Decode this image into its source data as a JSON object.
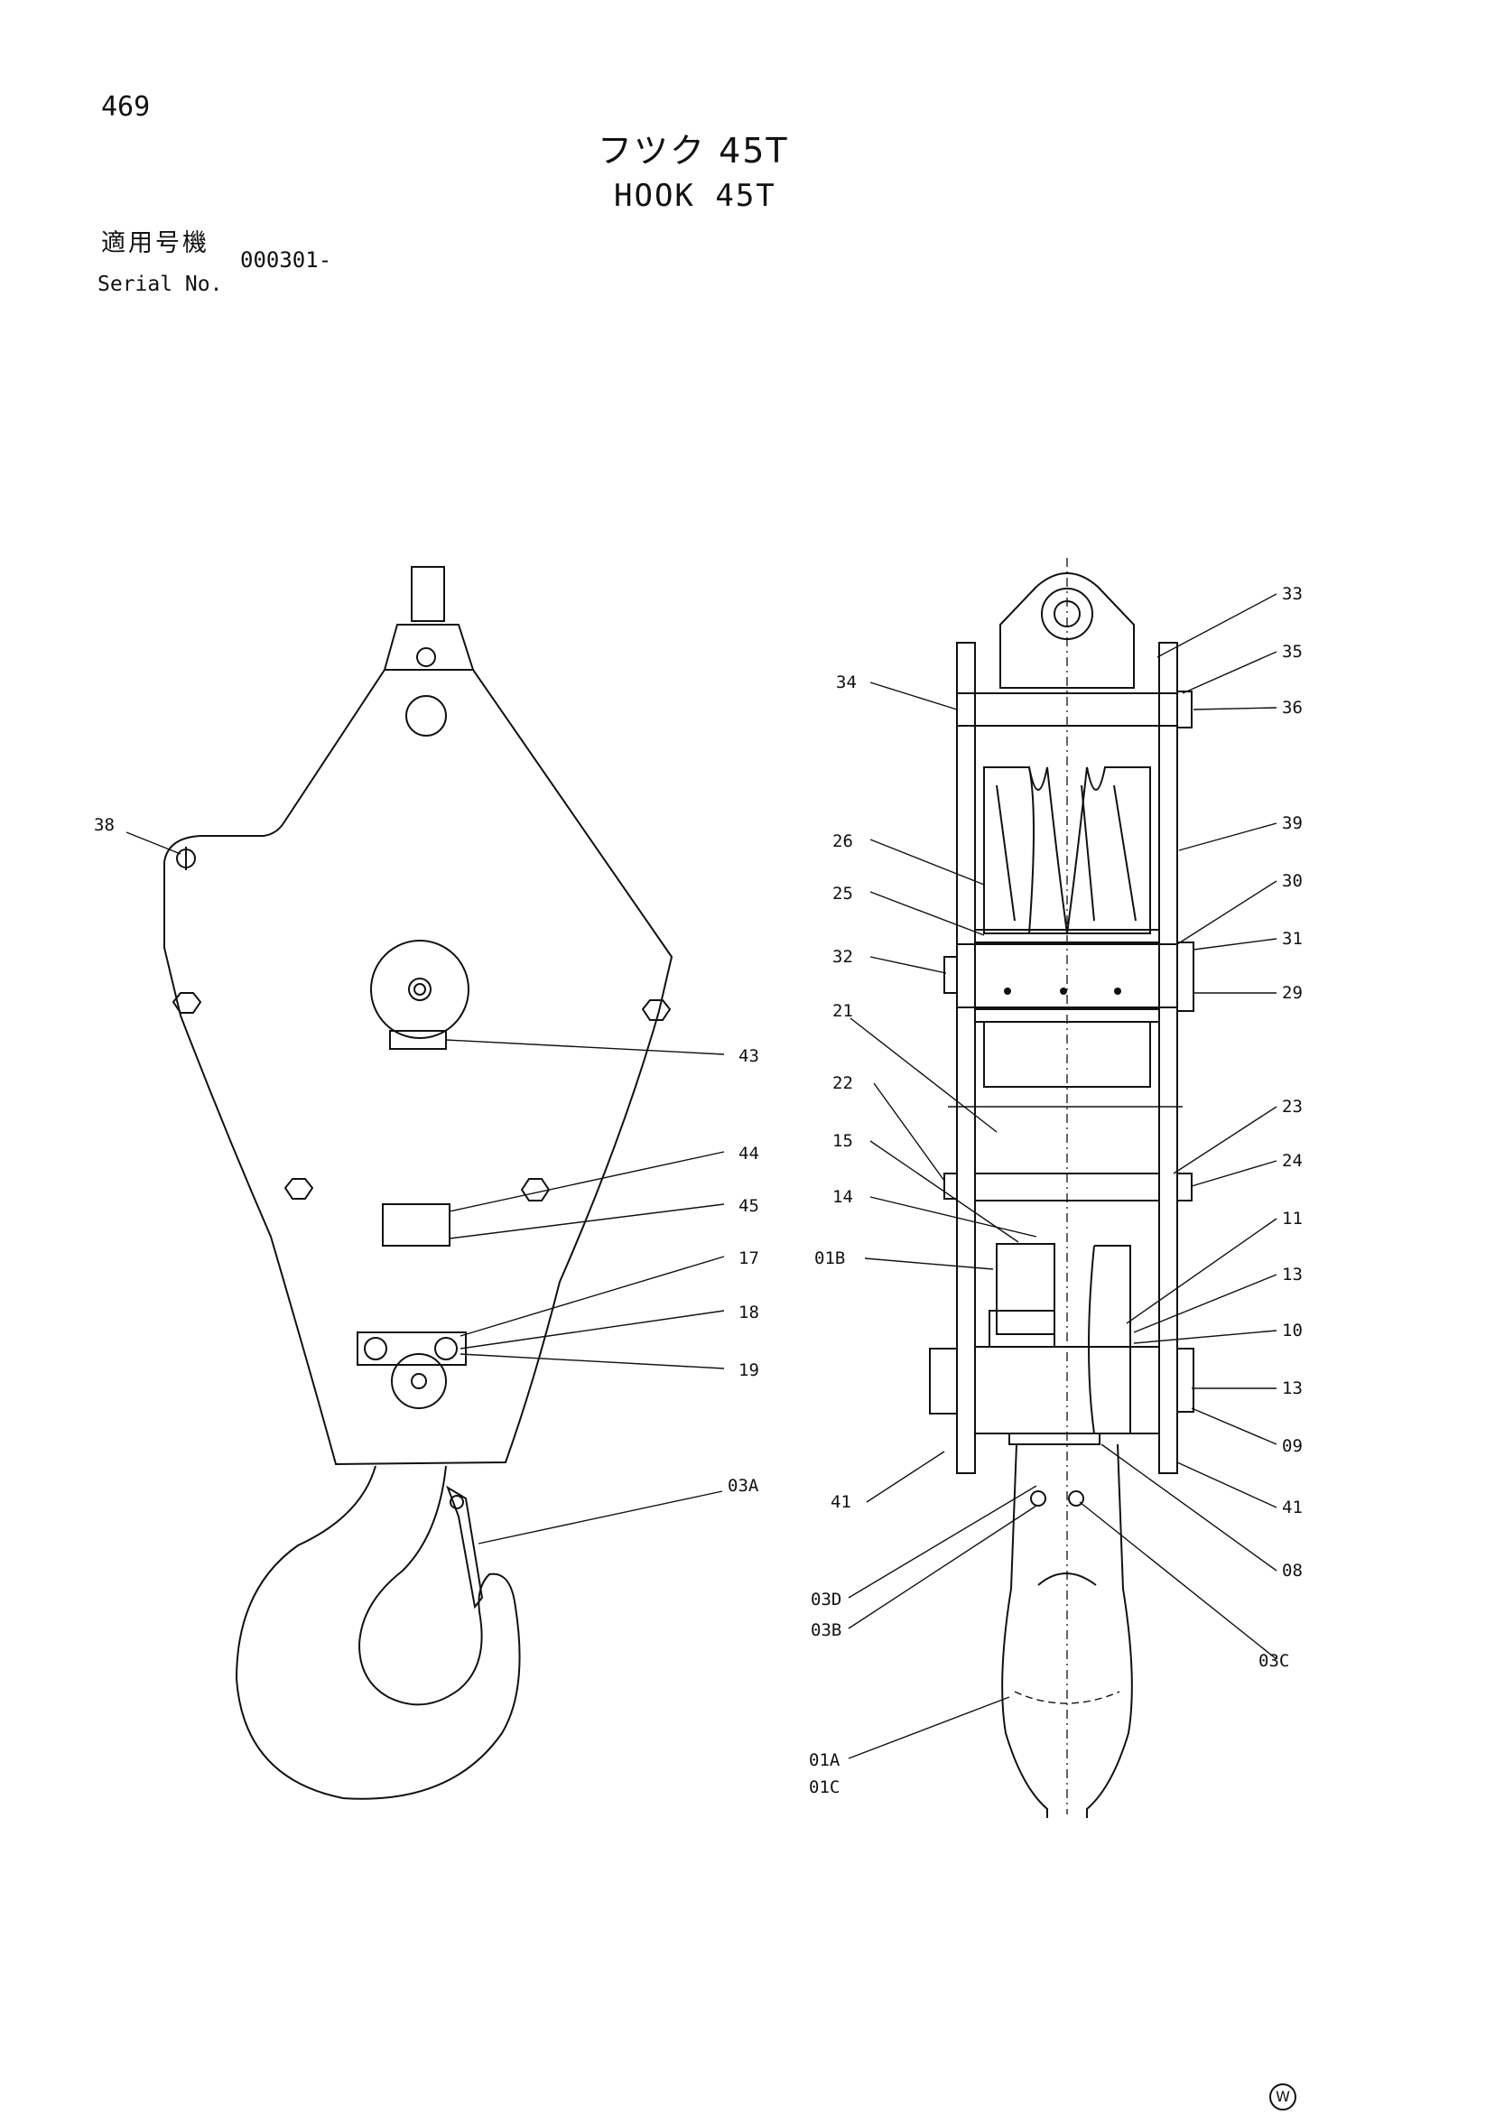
{
  "page_number": "469",
  "title_jp": "フツク 45T",
  "title_en": "HOOK 45T",
  "serial_label_jp": "適用号機",
  "serial_label_en": "Serial No.",
  "serial_value": "000301-",
  "watermark": "W",
  "callouts": {
    "c38": "38",
    "c43": "43",
    "c44": "44",
    "c45": "45",
    "c17": "17",
    "c18": "18",
    "c19": "19",
    "c03A": "03A",
    "c33": "33",
    "c35": "35",
    "c36": "36",
    "c34": "34",
    "c39": "39",
    "c26": "26",
    "c30": "30",
    "c25": "25",
    "c31": "31",
    "c32": "32",
    "c29": "29",
    "c21": "21",
    "c22": "22",
    "c23": "23",
    "c15": "15",
    "c24": "24",
    "c14": "14",
    "c11": "11",
    "c01B": "01B",
    "c13a": "13",
    "c10": "10",
    "c13b": "13",
    "c09": "09",
    "c41a": "41",
    "c41b": "41",
    "c08": "08",
    "c03D": "03D",
    "c03B": "03B",
    "c03C": "03C",
    "c01A": "01A",
    "c01C": "01C"
  }
}
